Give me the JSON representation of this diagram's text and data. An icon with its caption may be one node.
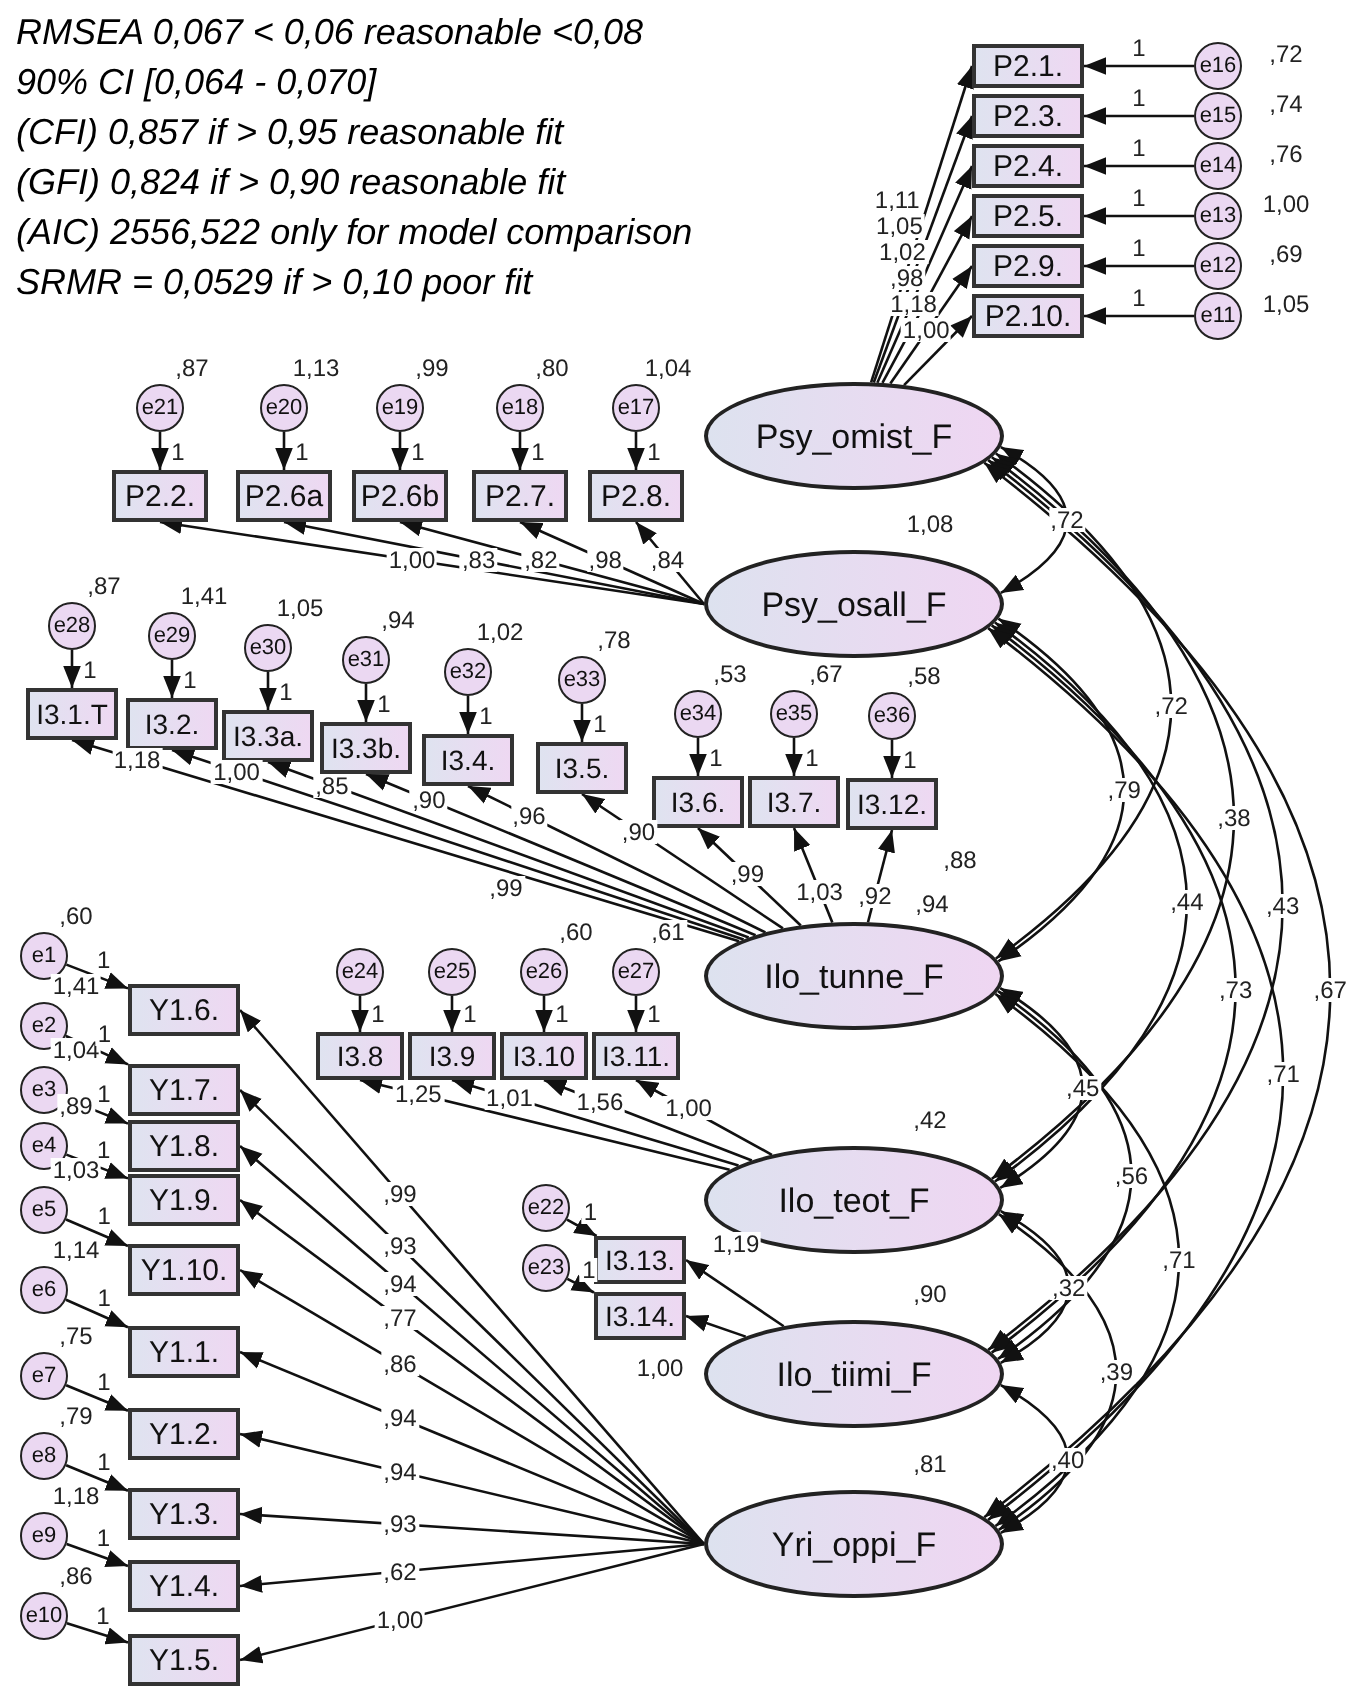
{
  "diagram": {
    "nodes": [
      {
        "text": [
          "Psy_omist_F"
        ]
      },
      {
        "text": [
          "Psy_osall_F"
        ],
        "beside": [
          "1,08"
        ]
      },
      {
        "text": [
          "Ilo_tunne_F"
        ]
      },
      {
        "text": [
          "Ilo_teot_F"
        ],
        "beside": [
          ",42"
        ]
      },
      {
        "text": [
          "Ilo_tiimi_F"
        ],
        "beside": [
          ",90"
        ]
      },
      {
        "text": [
          "Yri_oppi_F"
        ],
        "beside": [
          ",81"
        ]
      },
      {
        "text": [
          "P2.1."
        ]
      },
      {
        "text": [
          "P2.3."
        ]
      },
      {
        "text": [
          "P2.4."
        ]
      },
      {
        "text": [
          "P2.5."
        ]
      },
      {
        "text": [
          "P2.9."
        ]
      },
      {
        "text": [
          "P2.10."
        ]
      },
      {
        "text": [
          "e16"
        ],
        "beside": [
          ",72"
        ]
      },
      {
        "text": [
          "e15"
        ],
        "beside": [
          ",74"
        ]
      },
      {
        "text": [
          "e14"
        ],
        "beside": [
          ",76"
        ]
      },
      {
        "text": [
          "e13"
        ],
        "beside": [
          "1,00"
        ]
      },
      {
        "text": [
          "e12"
        ],
        "beside": [
          ",69"
        ]
      },
      {
        "text": [
          "e11"
        ],
        "beside": [
          "1,05"
        ]
      },
      {
        "text": [
          "P2.2."
        ]
      },
      {
        "text": [
          "P2.6a"
        ]
      },
      {
        "text": [
          "P2.6b"
        ]
      },
      {
        "text": [
          "P2.7."
        ]
      },
      {
        "text": [
          "P2.8."
        ]
      },
      {
        "text": [
          "e21"
        ],
        "beside": [
          ",87"
        ]
      },
      {
        "text": [
          "e20"
        ],
        "beside": [
          "1,13"
        ]
      },
      {
        "text": [
          "e19"
        ],
        "beside": [
          ",99"
        ]
      },
      {
        "text": [
          "e18"
        ],
        "beside": [
          ",80"
        ]
      },
      {
        "text": [
          "e17"
        ],
        "beside": [
          "1,04"
        ]
      },
      {
        "text": [
          "I3.1.T"
        ]
      },
      {
        "text": [
          "I3.2."
        ]
      },
      {
        "text": [
          "I3.3a."
        ]
      },
      {
        "text": [
          "I3.3b."
        ]
      },
      {
        "text": [
          "I3.4."
        ]
      },
      {
        "text": [
          "I3.5."
        ]
      },
      {
        "text": [
          "I3.6."
        ]
      },
      {
        "text": [
          "I3.7."
        ]
      },
      {
        "text": [
          "I3.12."
        ]
      },
      {
        "text": [
          "e28"
        ],
        "beside": [
          ",87"
        ]
      },
      {
        "text": [
          "e29"
        ],
        "beside": [
          "1,41"
        ]
      },
      {
        "text": [
          "e30"
        ],
        "beside": [
          "1,05"
        ]
      },
      {
        "text": [
          "e31"
        ],
        "beside": [
          ",94"
        ]
      },
      {
        "text": [
          "e32"
        ],
        "beside": [
          "1,02"
        ]
      },
      {
        "text": [
          "e33"
        ],
        "beside": [
          ",78"
        ]
      },
      {
        "text": [
          "e34"
        ],
        "beside": [
          ",53"
        ]
      },
      {
        "text": [
          "e35"
        ],
        "beside": [
          ",67"
        ]
      },
      {
        "text": [
          "e36"
        ],
        "beside": [
          ",58"
        ]
      },
      {
        "text": [
          "I3.8"
        ]
      },
      {
        "text": [
          "I3.9"
        ]
      },
      {
        "text": [
          "I3.10"
        ]
      },
      {
        "text": [
          "I3.11."
        ]
      },
      {
        "text": [
          "e24"
        ]
      },
      {
        "text": [
          "e25"
        ]
      },
      {
        "text": [
          "e26"
        ],
        "beside": [
          ",60"
        ]
      },
      {
        "text": [
          "e27"
        ],
        "beside": [
          ",61"
        ]
      },
      {
        "text": [
          "I3.13."
        ]
      },
      {
        "text": [
          "I3.14."
        ]
      },
      {
        "text": [
          "e22"
        ]
      },
      {
        "text": [
          "e23"
        ]
      },
      {
        "text": [
          "Y1.6."
        ]
      },
      {
        "text": [
          "Y1.7."
        ]
      },
      {
        "text": [
          "Y1.8."
        ]
      },
      {
        "text": [
          "Y1.9."
        ]
      },
      {
        "text": [
          "Y1.10."
        ]
      },
      {
        "text": [
          "Y1.1."
        ]
      },
      {
        "text": [
          "Y1.2."
        ]
      },
      {
        "text": [
          "Y1.3."
        ]
      },
      {
        "text": [
          "Y1.4."
        ]
      },
      {
        "text": [
          "Y1.5."
        ]
      },
      {
        "text": [
          "e1"
        ],
        "beside": [
          ",60"
        ]
      },
      {
        "text": [
          "e2"
        ],
        "beside": [
          "1,41"
        ]
      },
      {
        "text": [
          "e3"
        ],
        "beside": [
          "1,04"
        ]
      },
      {
        "text": [
          "e4"
        ],
        "beside": [
          ",89"
        ]
      },
      {
        "text": [
          "e5"
        ],
        "beside": [
          "1,03"
        ]
      },
      {
        "text": [
          "e6"
        ],
        "beside": [
          "1,14"
        ]
      },
      {
        "text": [
          "e7"
        ],
        "beside": [
          ",75"
        ]
      },
      {
        "text": [
          "e8"
        ],
        "beside": [
          ",79"
        ]
      },
      {
        "text": [
          "e9"
        ],
        "beside": [
          "1,18"
        ]
      },
      {
        "text": [
          "e10"
        ],
        "beside": [
          ",86"
        ]
      }
    ],
    "edges": [
      {
        "from": 0,
        "to": 6,
        "arrow": "to",
        "label": "1,11"
      },
      {
        "from": 0,
        "to": 7,
        "arrow": "to",
        "label": "1,05"
      },
      {
        "from": 0,
        "to": 8,
        "arrow": "to",
        "label": "1,02"
      },
      {
        "from": 0,
        "to": 9,
        "arrow": "to",
        "label": ",98"
      },
      {
        "from": 0,
        "to": 10,
        "arrow": "to",
        "label": "1,18"
      },
      {
        "from": 0,
        "to": 11,
        "arrow": "to",
        "label": "1,00"
      },
      {
        "from": 12,
        "to": 6,
        "arrow": "to",
        "label": "1"
      },
      {
        "from": 13,
        "to": 7,
        "arrow": "to",
        "label": "1"
      },
      {
        "from": 14,
        "to": 8,
        "arrow": "to",
        "label": "1"
      },
      {
        "from": 15,
        "to": 9,
        "arrow": "to",
        "label": "1"
      },
      {
        "from": 16,
        "to": 10,
        "arrow": "to",
        "label": "1"
      },
      {
        "from": 17,
        "to": 11,
        "arrow": "to",
        "label": "1"
      },
      {
        "from": 1,
        "to": 18,
        "arrow": "to",
        "label": "1,00"
      },
      {
        "from": 1,
        "to": 19,
        "arrow": "to",
        "label": ",83"
      },
      {
        "from": 1,
        "to": 20,
        "arrow": "to",
        "label": ",82"
      },
      {
        "from": 1,
        "to": 21,
        "arrow": "to",
        "label": ",98"
      },
      {
        "from": 1,
        "to": 22,
        "arrow": "to",
        "label": ",84"
      },
      {
        "from": 23,
        "to": 18,
        "arrow": "to",
        "label": "1"
      },
      {
        "from": 24,
        "to": 19,
        "arrow": "to",
        "label": "1"
      },
      {
        "from": 25,
        "to": 20,
        "arrow": "to",
        "label": "1"
      },
      {
        "from": 26,
        "to": 21,
        "arrow": "to",
        "label": "1"
      },
      {
        "from": 27,
        "to": 22,
        "arrow": "to",
        "label": "1"
      },
      {
        "from": 2,
        "to": 28,
        "arrow": "to",
        "label": "1,18"
      },
      {
        "from": 2,
        "to": 29,
        "arrow": "to",
        "label": "1,00"
      },
      {
        "from": 2,
        "to": 30,
        "arrow": "to",
        "label": ",85"
      },
      {
        "from": 2,
        "to": 31,
        "arrow": "to",
        "label": ",90"
      },
      {
        "from": 2,
        "to": 32,
        "arrow": "to",
        "label": ",96"
      },
      {
        "from": 2,
        "to": 33,
        "arrow": "to",
        "label": ",90"
      },
      {
        "from": 2,
        "to": 34,
        "arrow": "to",
        "label": ",99"
      },
      {
        "from": 2,
        "to": 35,
        "arrow": "to",
        "label": "1,03"
      },
      {
        "from": 2,
        "to": 36,
        "arrow": "to",
        "label": ",92"
      },
      {
        "from": 37,
        "to": 28,
        "arrow": "to",
        "label": "1"
      },
      {
        "from": 38,
        "to": 29,
        "arrow": "to",
        "label": "1"
      },
      {
        "from": 39,
        "to": 30,
        "arrow": "to",
        "label": "1"
      },
      {
        "from": 40,
        "to": 31,
        "arrow": "to",
        "label": "1"
      },
      {
        "from": 41,
        "to": 32,
        "arrow": "to",
        "label": "1"
      },
      {
        "from": 42,
        "to": 33,
        "arrow": "to",
        "label": "1"
      },
      {
        "from": 43,
        "to": 34,
        "arrow": "to",
        "label": "1"
      },
      {
        "from": 44,
        "to": 35,
        "arrow": "to",
        "label": "1"
      },
      {
        "from": 45,
        "to": 36,
        "arrow": "to",
        "label": "1"
      },
      {
        "from": 3,
        "to": 46,
        "arrow": "to",
        "label": "1,25"
      },
      {
        "from": 3,
        "to": 47,
        "arrow": "to",
        "label": "1,01"
      },
      {
        "from": 3,
        "to": 48,
        "arrow": "to",
        "label": "1,56"
      },
      {
        "from": 3,
        "to": 49,
        "arrow": "to",
        "label": "1,00"
      },
      {
        "from": 50,
        "to": 46,
        "arrow": "to",
        "label": "1"
      },
      {
        "from": 51,
        "to": 47,
        "arrow": "to",
        "label": "1"
      },
      {
        "from": 52,
        "to": 48,
        "arrow": "to",
        "label": "1"
      },
      {
        "from": 53,
        "to": 49,
        "arrow": "to",
        "label": "1"
      },
      {
        "from": 4,
        "to": 54,
        "arrow": "to",
        "label": "1,19"
      },
      {
        "from": 4,
        "to": 55,
        "arrow": "to",
        "label": "1,00"
      },
      {
        "from": 56,
        "to": 54,
        "arrow": "to",
        "label": "1"
      },
      {
        "from": 57,
        "to": 55,
        "arrow": "to",
        "label": "1"
      },
      {
        "from": 5,
        "to": 58,
        "arrow": "to",
        "label": ",99"
      },
      {
        "from": 5,
        "to": 59,
        "arrow": "to",
        "label": ",93"
      },
      {
        "from": 5,
        "to": 60,
        "arrow": "to",
        "label": ",94"
      },
      {
        "from": 5,
        "to": 61,
        "arrow": "to",
        "label": ",77"
      },
      {
        "from": 5,
        "to": 62,
        "arrow": "to",
        "label": ",86"
      },
      {
        "from": 5,
        "to": 63,
        "arrow": "to",
        "label": ",94"
      },
      {
        "from": 5,
        "to": 64,
        "arrow": "to",
        "label": ",94"
      },
      {
        "from": 5,
        "to": 65,
        "arrow": "to",
        "label": ",93"
      },
      {
        "from": 5,
        "to": 66,
        "arrow": "to",
        "label": ",62"
      },
      {
        "from": 5,
        "to": 67,
        "arrow": "to",
        "label": "1,00"
      },
      {
        "from": 68,
        "to": 58,
        "arrow": "to",
        "label": "1"
      },
      {
        "from": 69,
        "to": 59,
        "arrow": "to",
        "label": "1"
      },
      {
        "from": 70,
        "to": 60,
        "arrow": "to",
        "label": "1"
      },
      {
        "from": 71,
        "to": 61,
        "arrow": "to",
        "label": "1"
      },
      {
        "from": 72,
        "to": 62,
        "arrow": "to",
        "label": "1"
      },
      {
        "from": 73,
        "to": 63,
        "arrow": "to",
        "label": "1"
      },
      {
        "from": 74,
        "to": 64,
        "arrow": "to",
        "label": "1"
      },
      {
        "from": 75,
        "to": 65,
        "arrow": "to",
        "label": "1"
      },
      {
        "from": 76,
        "to": 66,
        "arrow": "to",
        "label": "1"
      },
      {
        "from": 77,
        "to": 67,
        "arrow": "to",
        "label": "1"
      },
      {
        "from": 0,
        "to": 1,
        "arrow": "both",
        "label": ",72"
      },
      {
        "from": 0,
        "to": 2,
        "arrow": "both",
        "label": ",72"
      },
      {
        "from": 0,
        "to": 3,
        "arrow": "both",
        "label": ",38"
      },
      {
        "from": 0,
        "to": 4,
        "arrow": "both",
        "label": ",43"
      },
      {
        "from": 0,
        "to": 5,
        "arrow": "both",
        "label": ",67"
      },
      {
        "from": 1,
        "to": 2,
        "arrow": "both",
        "label": ",79"
      },
      {
        "from": 1,
        "to": 3,
        "arrow": "both",
        "label": ",44"
      },
      {
        "from": 1,
        "to": 4,
        "arrow": "both",
        "label": ",73"
      },
      {
        "from": 1,
        "to": 5,
        "arrow": "both",
        "label": ",71"
      },
      {
        "from": 2,
        "to": 3,
        "arrow": "both",
        "label": ",45"
      },
      {
        "from": 2,
        "to": 4,
        "arrow": "both",
        "label": ",56"
      },
      {
        "from": 2,
        "to": 5,
        "arrow": "both",
        "label": ",71"
      },
      {
        "from": 3,
        "to": 4,
        "arrow": "both",
        "label": ",32"
      },
      {
        "from": 3,
        "to": 5,
        "arrow": "both",
        "label": ",39"
      },
      {
        "from": 4,
        "to": 5,
        "arrow": "both",
        "label": ",40"
      }
    ],
    "labels": [
      "RMSEA 0,067 < 0,06 reasonable <0,08",
      "90% CI [0,064 - 0,070]",
      "(CFI) 0,857 if > 0,95 reasonable fit",
      "(GFI) 0,824 if > 0,90 reasonable fit",
      "(AIC) 2556,522 only for model comparison",
      "SRMR = 0,0529 if > 0,10 poor fit",
      ",99",
      ",94",
      ",88"
    ]
  }
}
